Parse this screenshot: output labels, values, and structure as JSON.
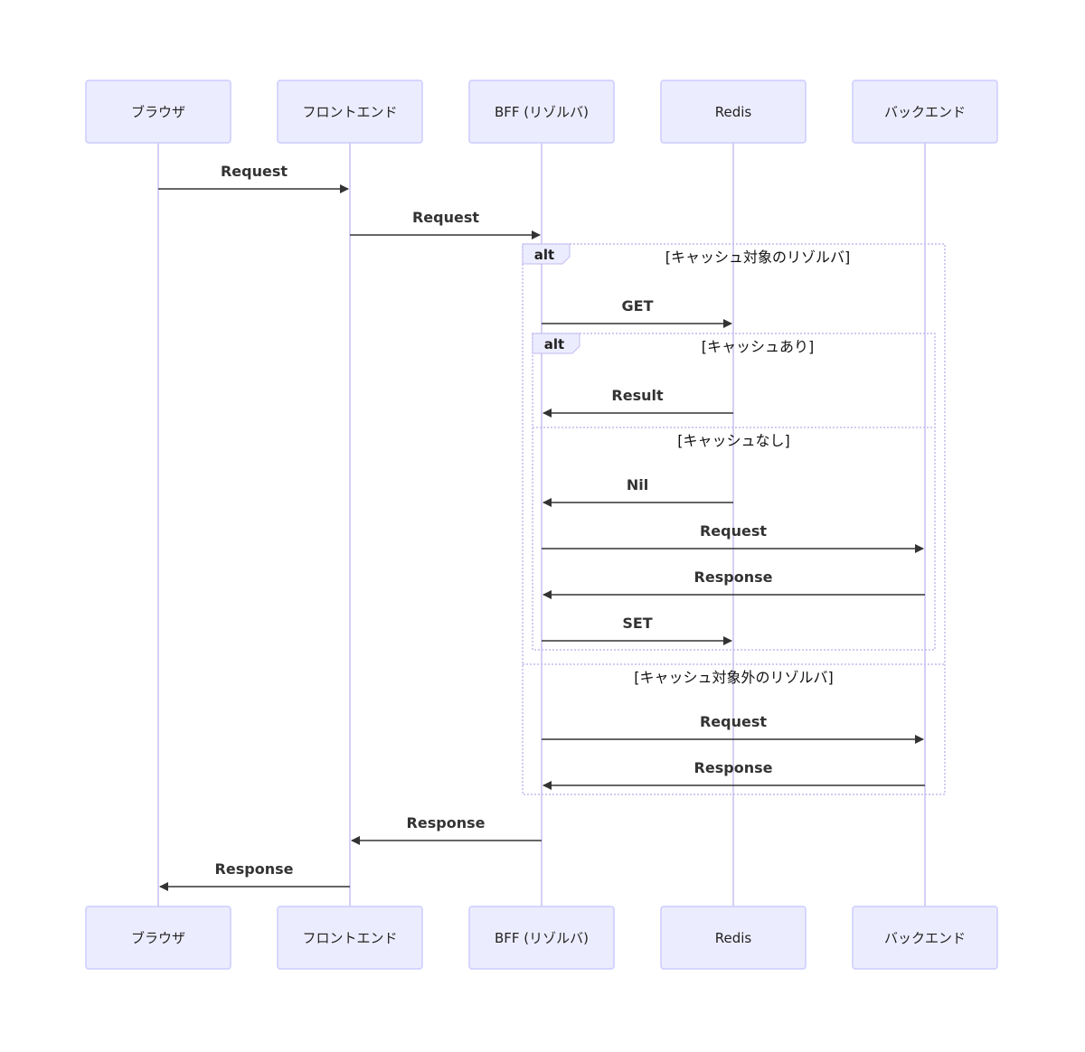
{
  "participants": [
    {
      "id": "browser",
      "label": "ブラウザ"
    },
    {
      "id": "frontend",
      "label": "フロントエンド"
    },
    {
      "id": "bff",
      "label": "BFF (リゾルバ)"
    },
    {
      "id": "redis",
      "label": "Redis"
    },
    {
      "id": "backend",
      "label": "バックエンド"
    }
  ],
  "messages": [
    {
      "from": "browser",
      "to": "frontend",
      "label": "Request"
    },
    {
      "from": "frontend",
      "to": "bff",
      "label": "Request"
    },
    {
      "from": "bff",
      "to": "redis",
      "label": "GET"
    },
    {
      "from": "redis",
      "to": "bff",
      "label": "Result"
    },
    {
      "from": "redis",
      "to": "bff",
      "label": "Nil"
    },
    {
      "from": "bff",
      "to": "backend",
      "label": "Request"
    },
    {
      "from": "backend",
      "to": "bff",
      "label": "Response"
    },
    {
      "from": "bff",
      "to": "redis",
      "label": "SET"
    },
    {
      "from": "bff",
      "to": "backend",
      "label": "Request"
    },
    {
      "from": "backend",
      "to": "bff",
      "label": "Response"
    },
    {
      "from": "bff",
      "to": "frontend",
      "label": "Response"
    },
    {
      "from": "frontend",
      "to": "browser",
      "label": "Response"
    }
  ],
  "fragments": [
    {
      "keyword": "alt",
      "guards": [
        "[キャッシュ対象のリゾルバ]",
        "[キャッシュ対象外のリゾルバ]"
      ]
    },
    {
      "keyword": "alt",
      "guards": [
        "[キャッシュあり]",
        "[キャッシュなし]"
      ]
    }
  ]
}
